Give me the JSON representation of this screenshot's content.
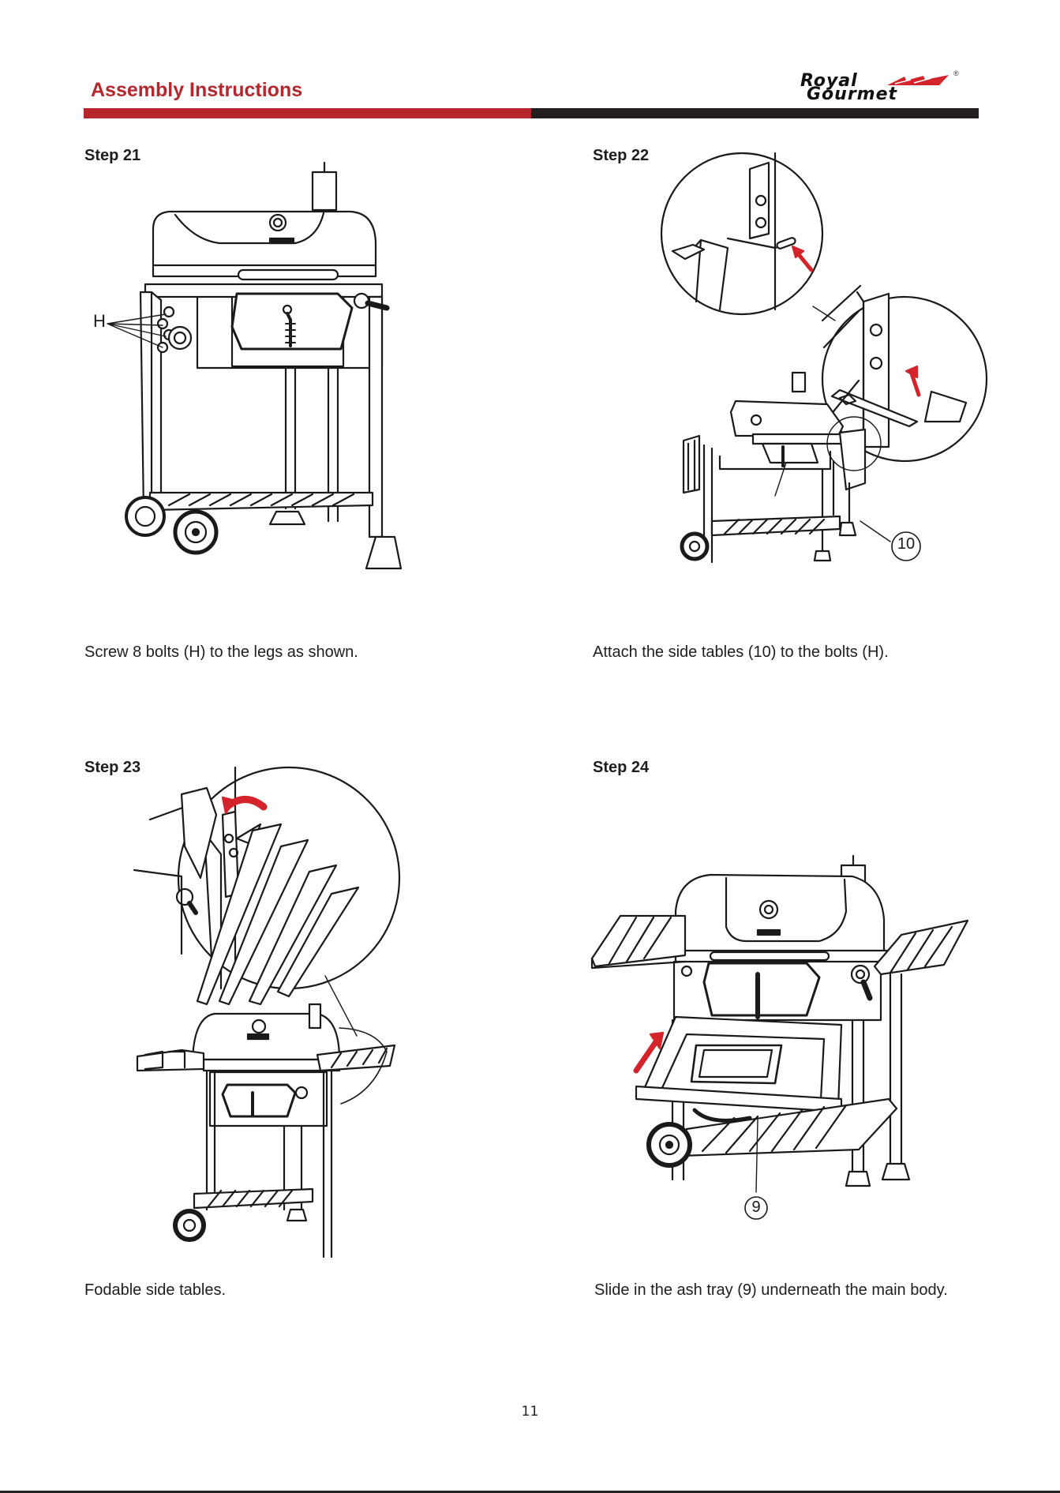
{
  "header": {
    "title": "Assembly Instructions",
    "logo": {
      "line1": "Royal",
      "line2": "Gourmet",
      "mark": "®",
      "accent_color": "#d4232a"
    },
    "bar_colors": {
      "left": "#b5272d",
      "right": "#231f20"
    }
  },
  "steps": [
    {
      "label": "Step 21",
      "caption": "Screw 8 bolts (H) to the legs as shown.",
      "callouts": [
        "H"
      ]
    },
    {
      "label": "Step 22",
      "caption": "Attach the side tables (10) to the bolts (H).",
      "callouts": [
        "10"
      ]
    },
    {
      "label": "Step 23",
      "caption": "Fodable side tables.",
      "callouts": []
    },
    {
      "label": "Step 24",
      "caption": "Slide in the ash tray (9) underneath the main body.",
      "callouts": [
        "9"
      ]
    }
  ],
  "footer": {
    "page_number": "11"
  },
  "colors": {
    "arrow": "#d4232a",
    "line": "#1a1a1a"
  }
}
